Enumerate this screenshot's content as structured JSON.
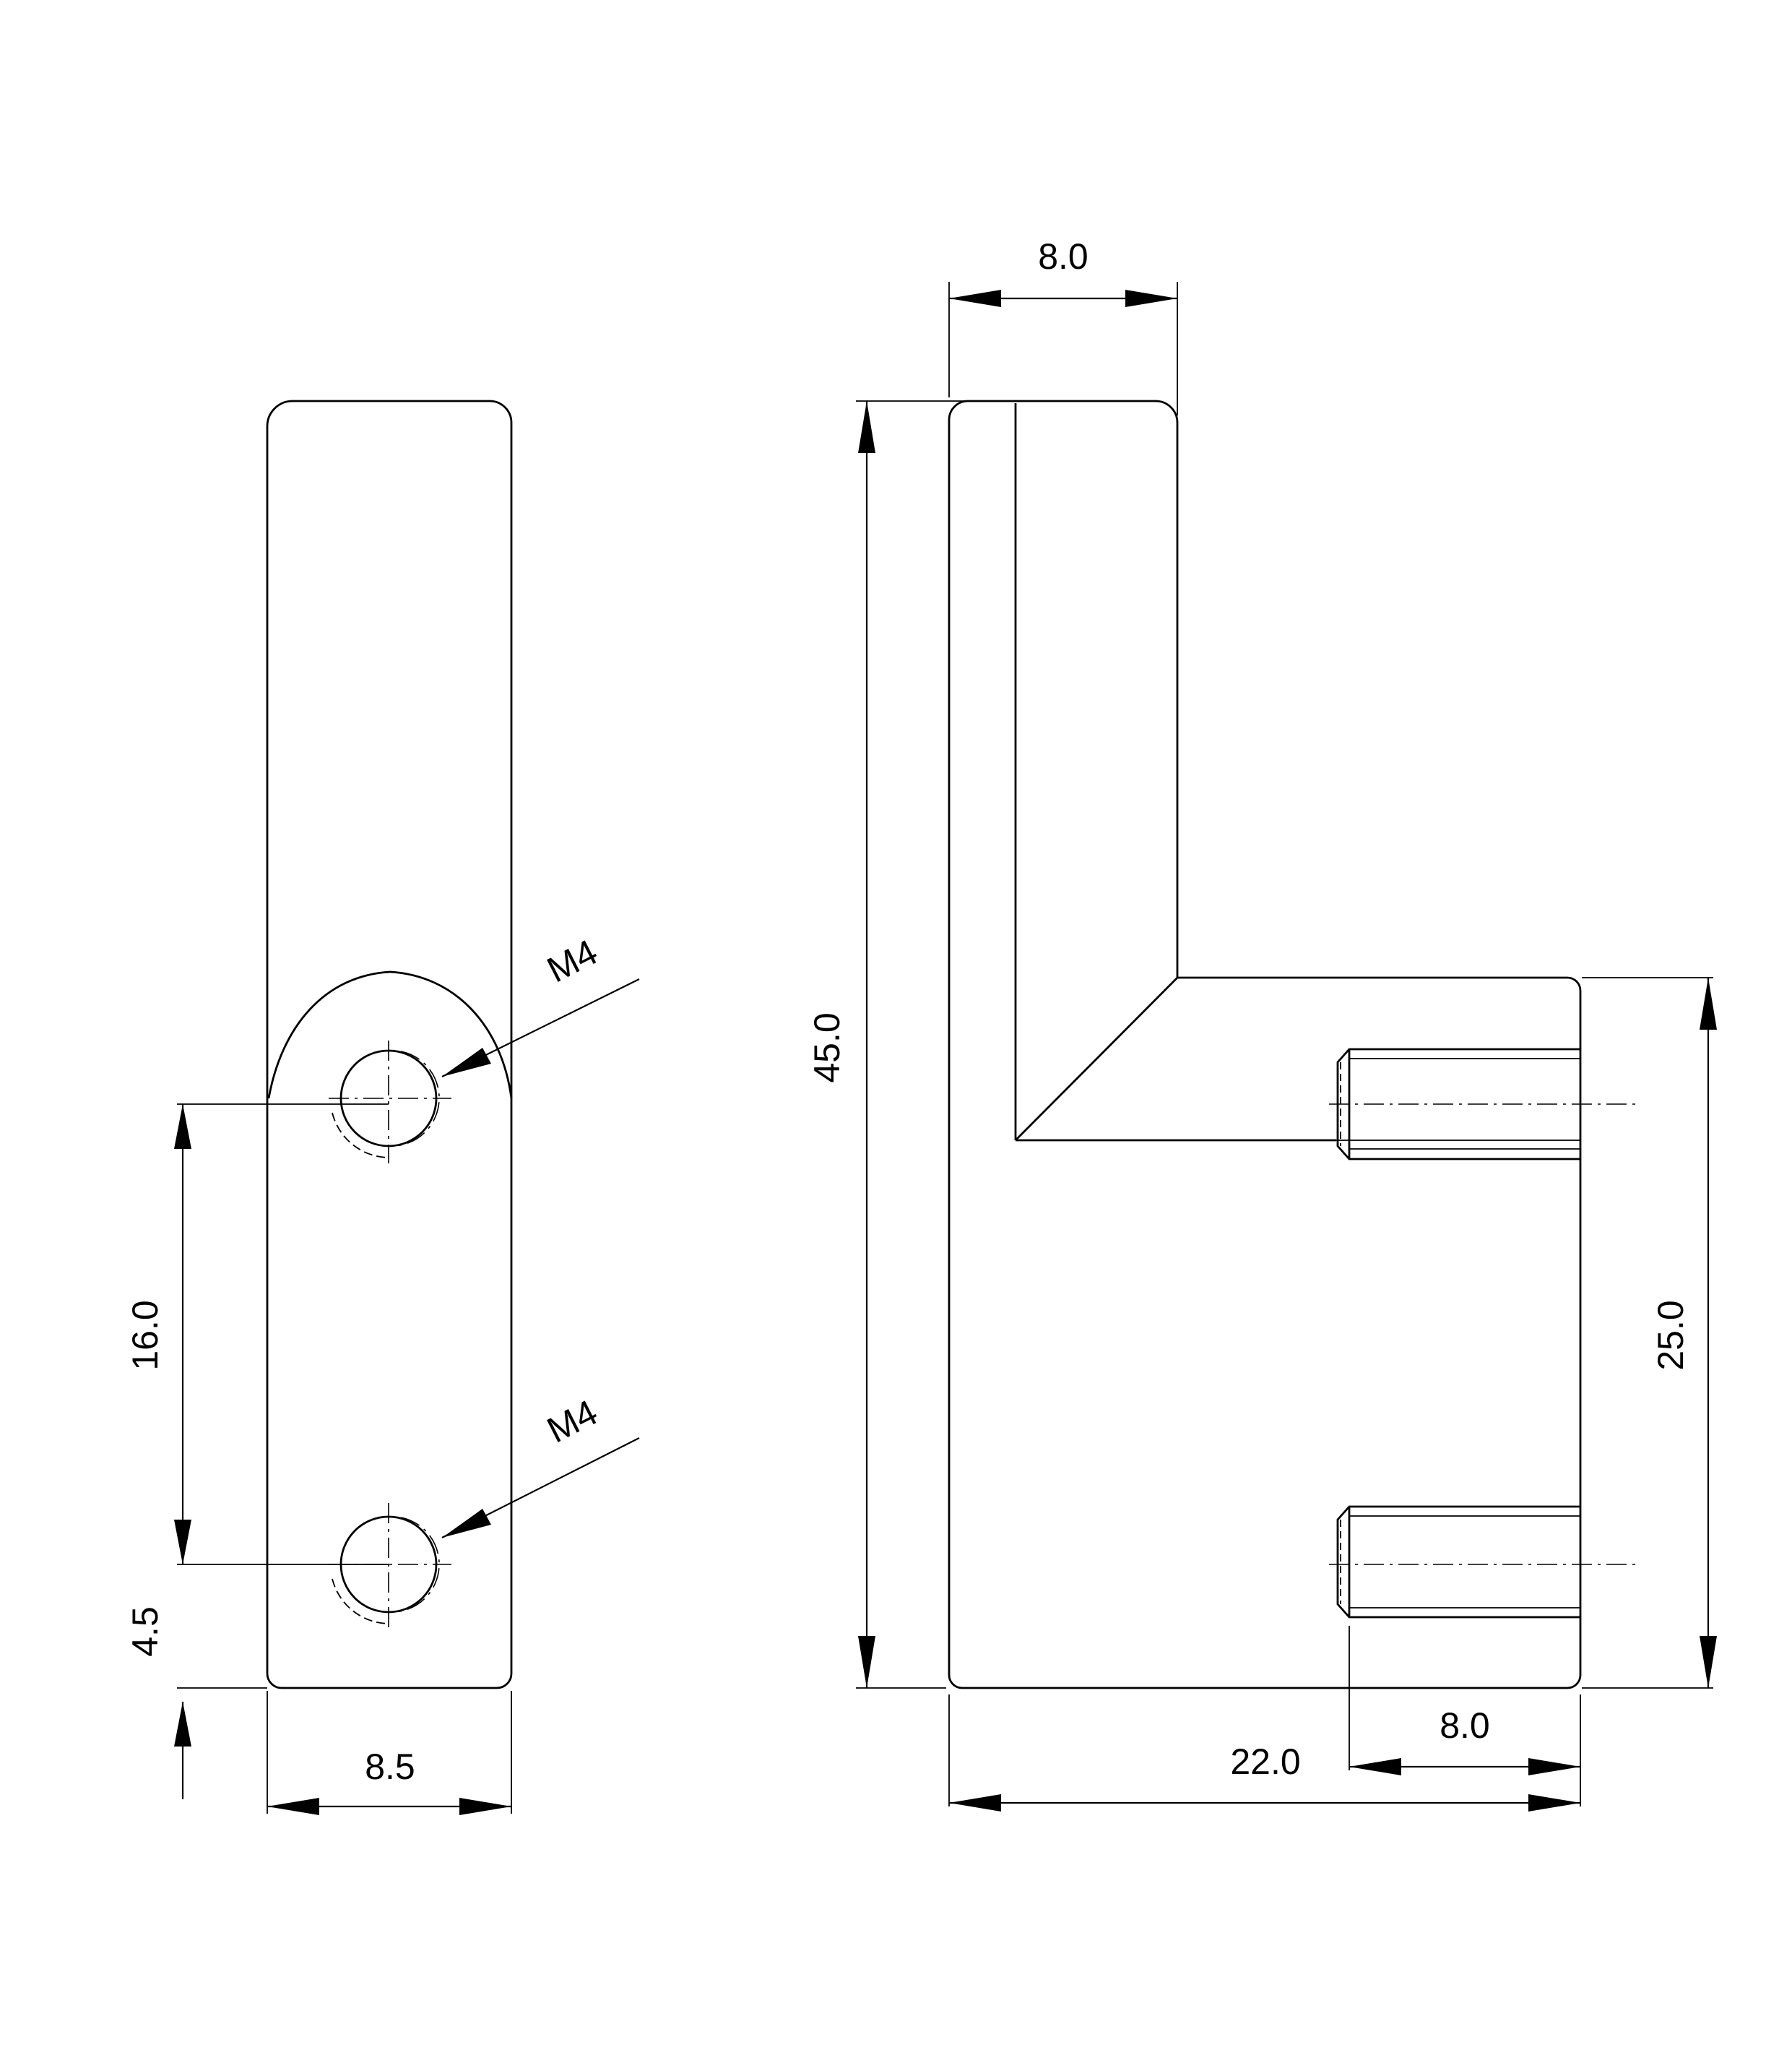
{
  "left_view": {
    "thread_callout_upper": "M4",
    "thread_callout_lower": "M4",
    "dim_hole_spacing": "16.0",
    "dim_bottom_offset": "4.5",
    "dim_width": "8.5"
  },
  "right_view": {
    "dim_top_width": "8.0",
    "dim_total_height": "45.0",
    "dim_base_height": "25.0",
    "dim_thread_depth": "8.0",
    "dim_total_width": "22.0"
  }
}
